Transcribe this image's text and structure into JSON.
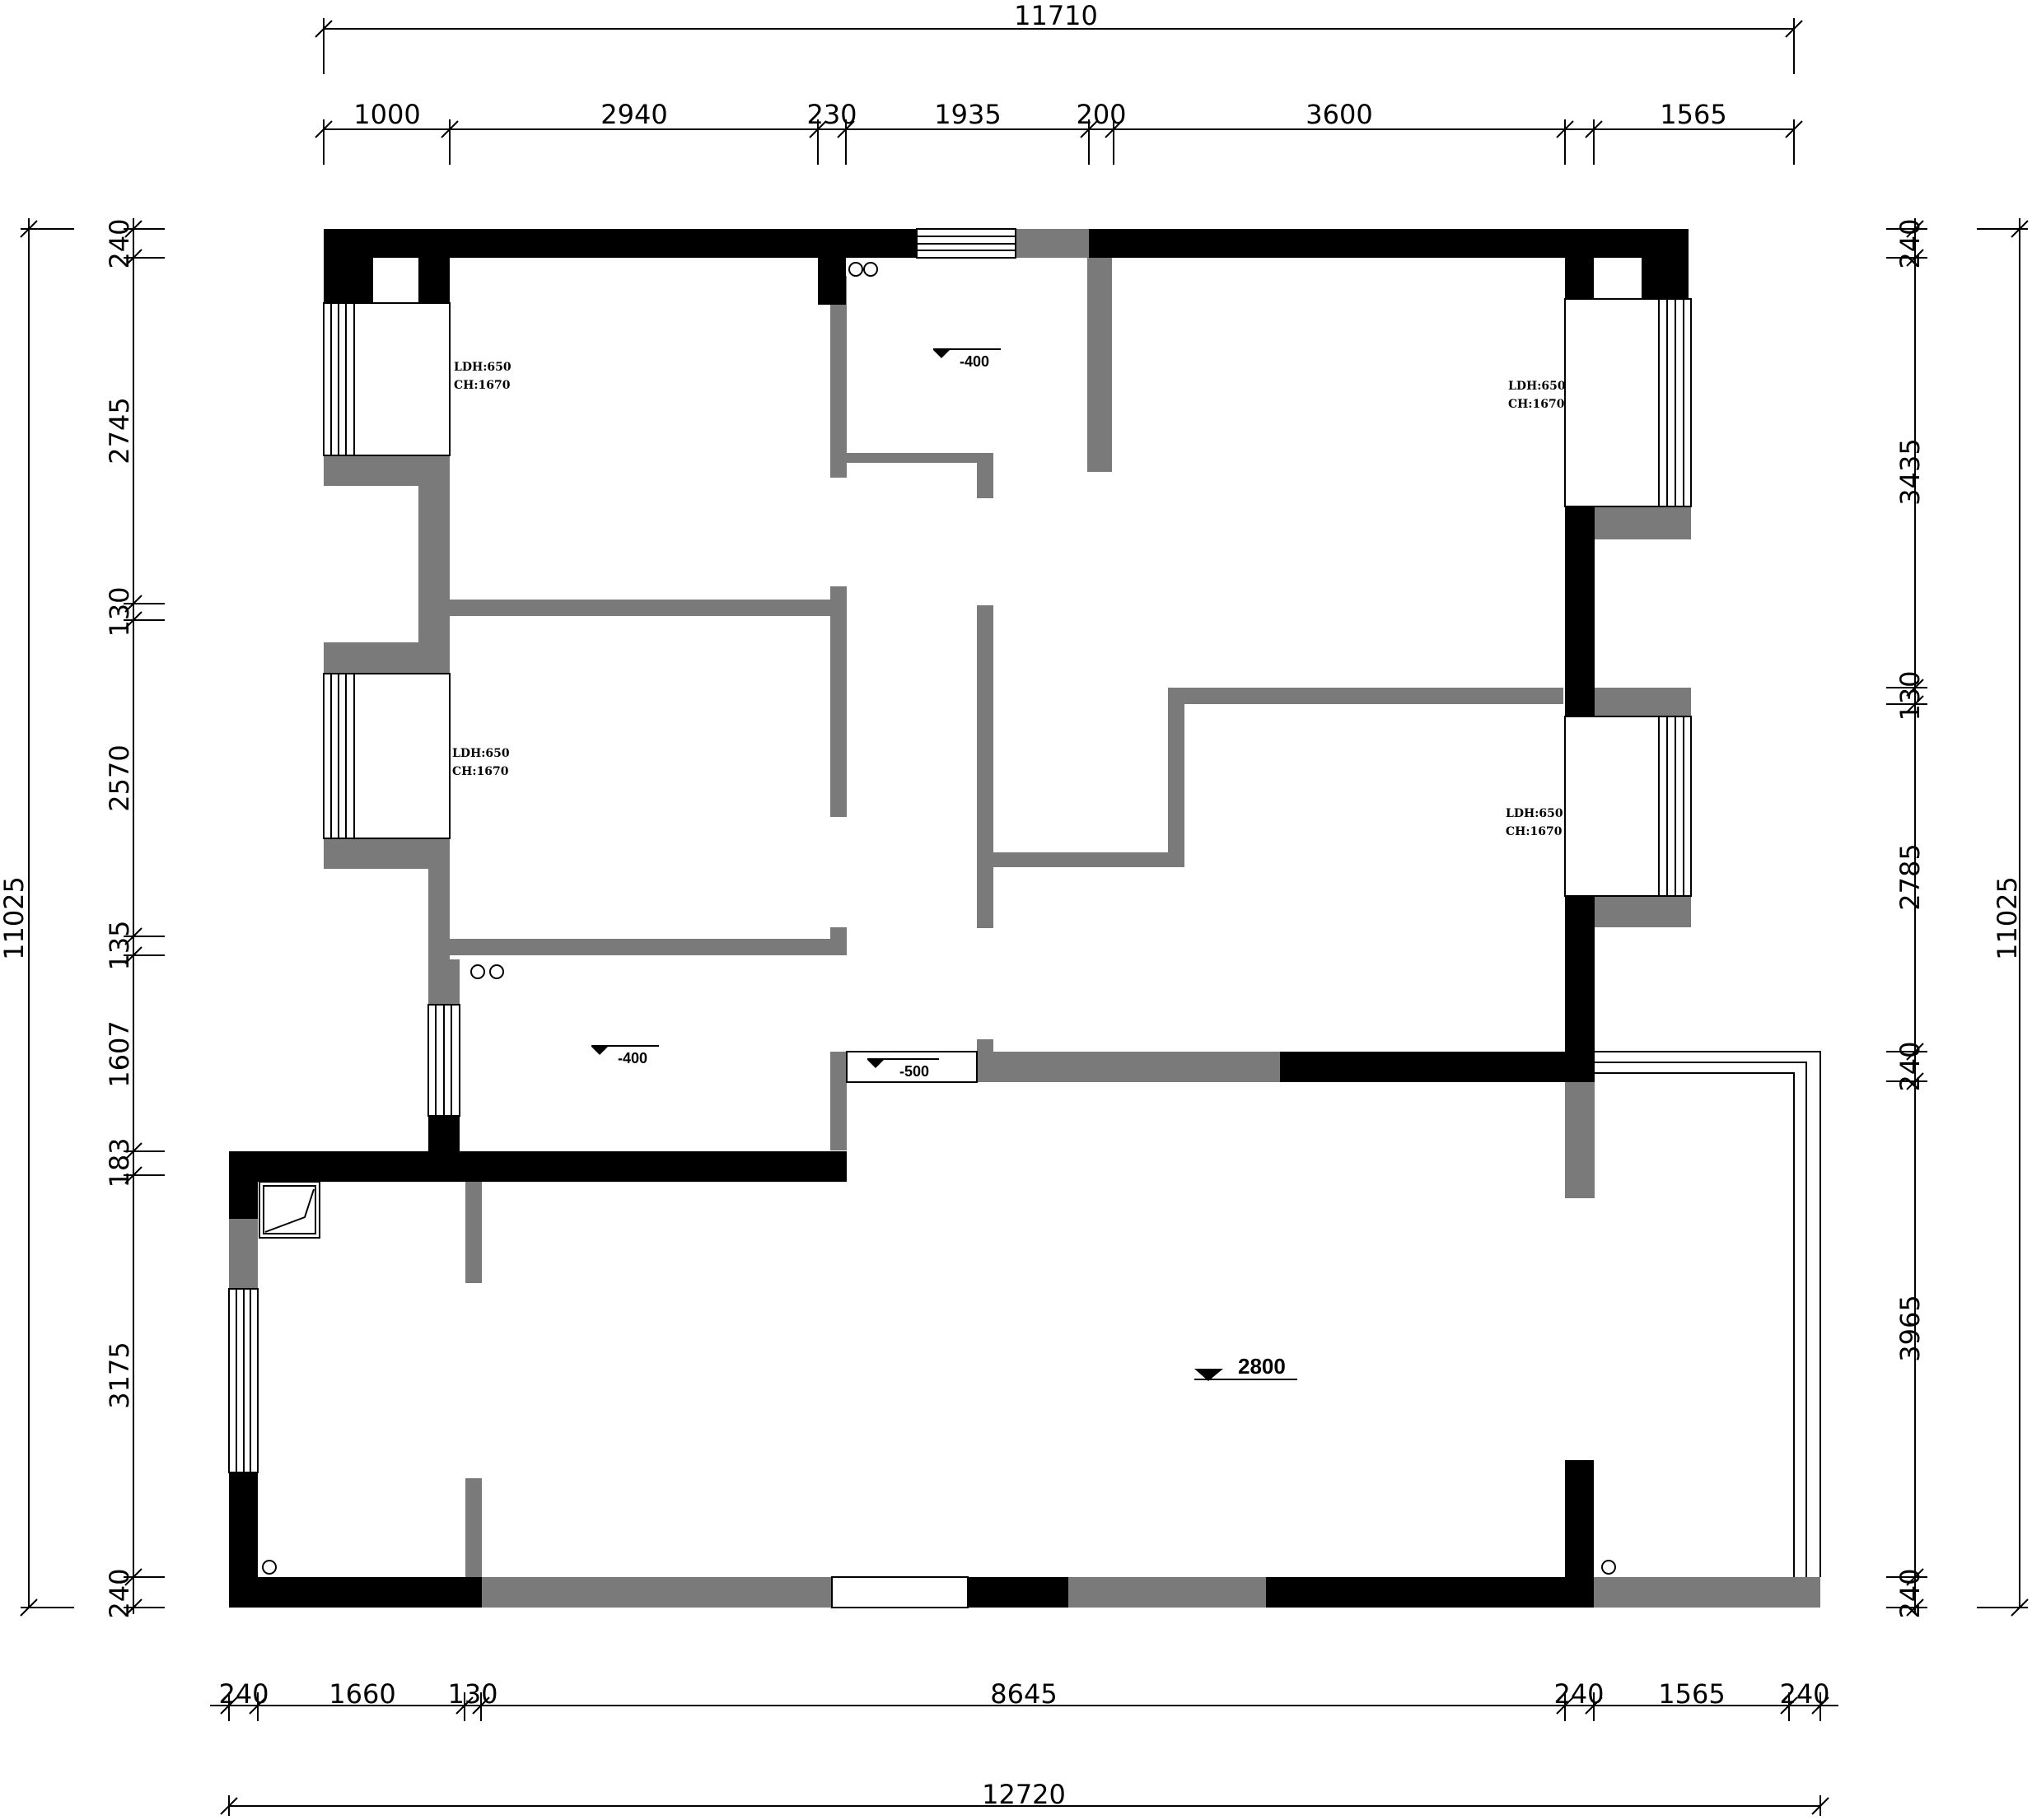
{
  "colors": {
    "structural_wall": "#000000",
    "partition_wall": "#7a7a7a",
    "background": "#ffffff"
  },
  "dimensions": {
    "top_total": "11710",
    "top_segments": [
      "1000",
      "2940",
      "230",
      "1935",
      "200",
      "3600",
      "1565"
    ],
    "bottom_segments": [
      "240",
      "1660",
      "130",
      "8645",
      "240",
      "1565",
      "240"
    ],
    "bottom_total": "12720",
    "left_total": "11025",
    "left_segments": [
      "240",
      "2745",
      "130",
      "2570",
      "135",
      "1607",
      "183",
      "3175",
      "240"
    ],
    "right_total": "11025",
    "right_segments": [
      "240",
      "3435",
      "130",
      "2785",
      "240",
      "3965",
      "240"
    ]
  },
  "windows": [
    {
      "ldh": "LDH:650",
      "ch": "CH:1670"
    },
    {
      "ldh": "LDH:650",
      "ch": "CH:1670"
    },
    {
      "ldh": "LDH:650",
      "ch": "CH:1670"
    },
    {
      "ldh": "LDH:650",
      "ch": "CH:1670"
    }
  ],
  "levels": {
    "bath_top": "-400",
    "bath_bottom": "-400",
    "step": "-500",
    "ceiling": "2800"
  }
}
